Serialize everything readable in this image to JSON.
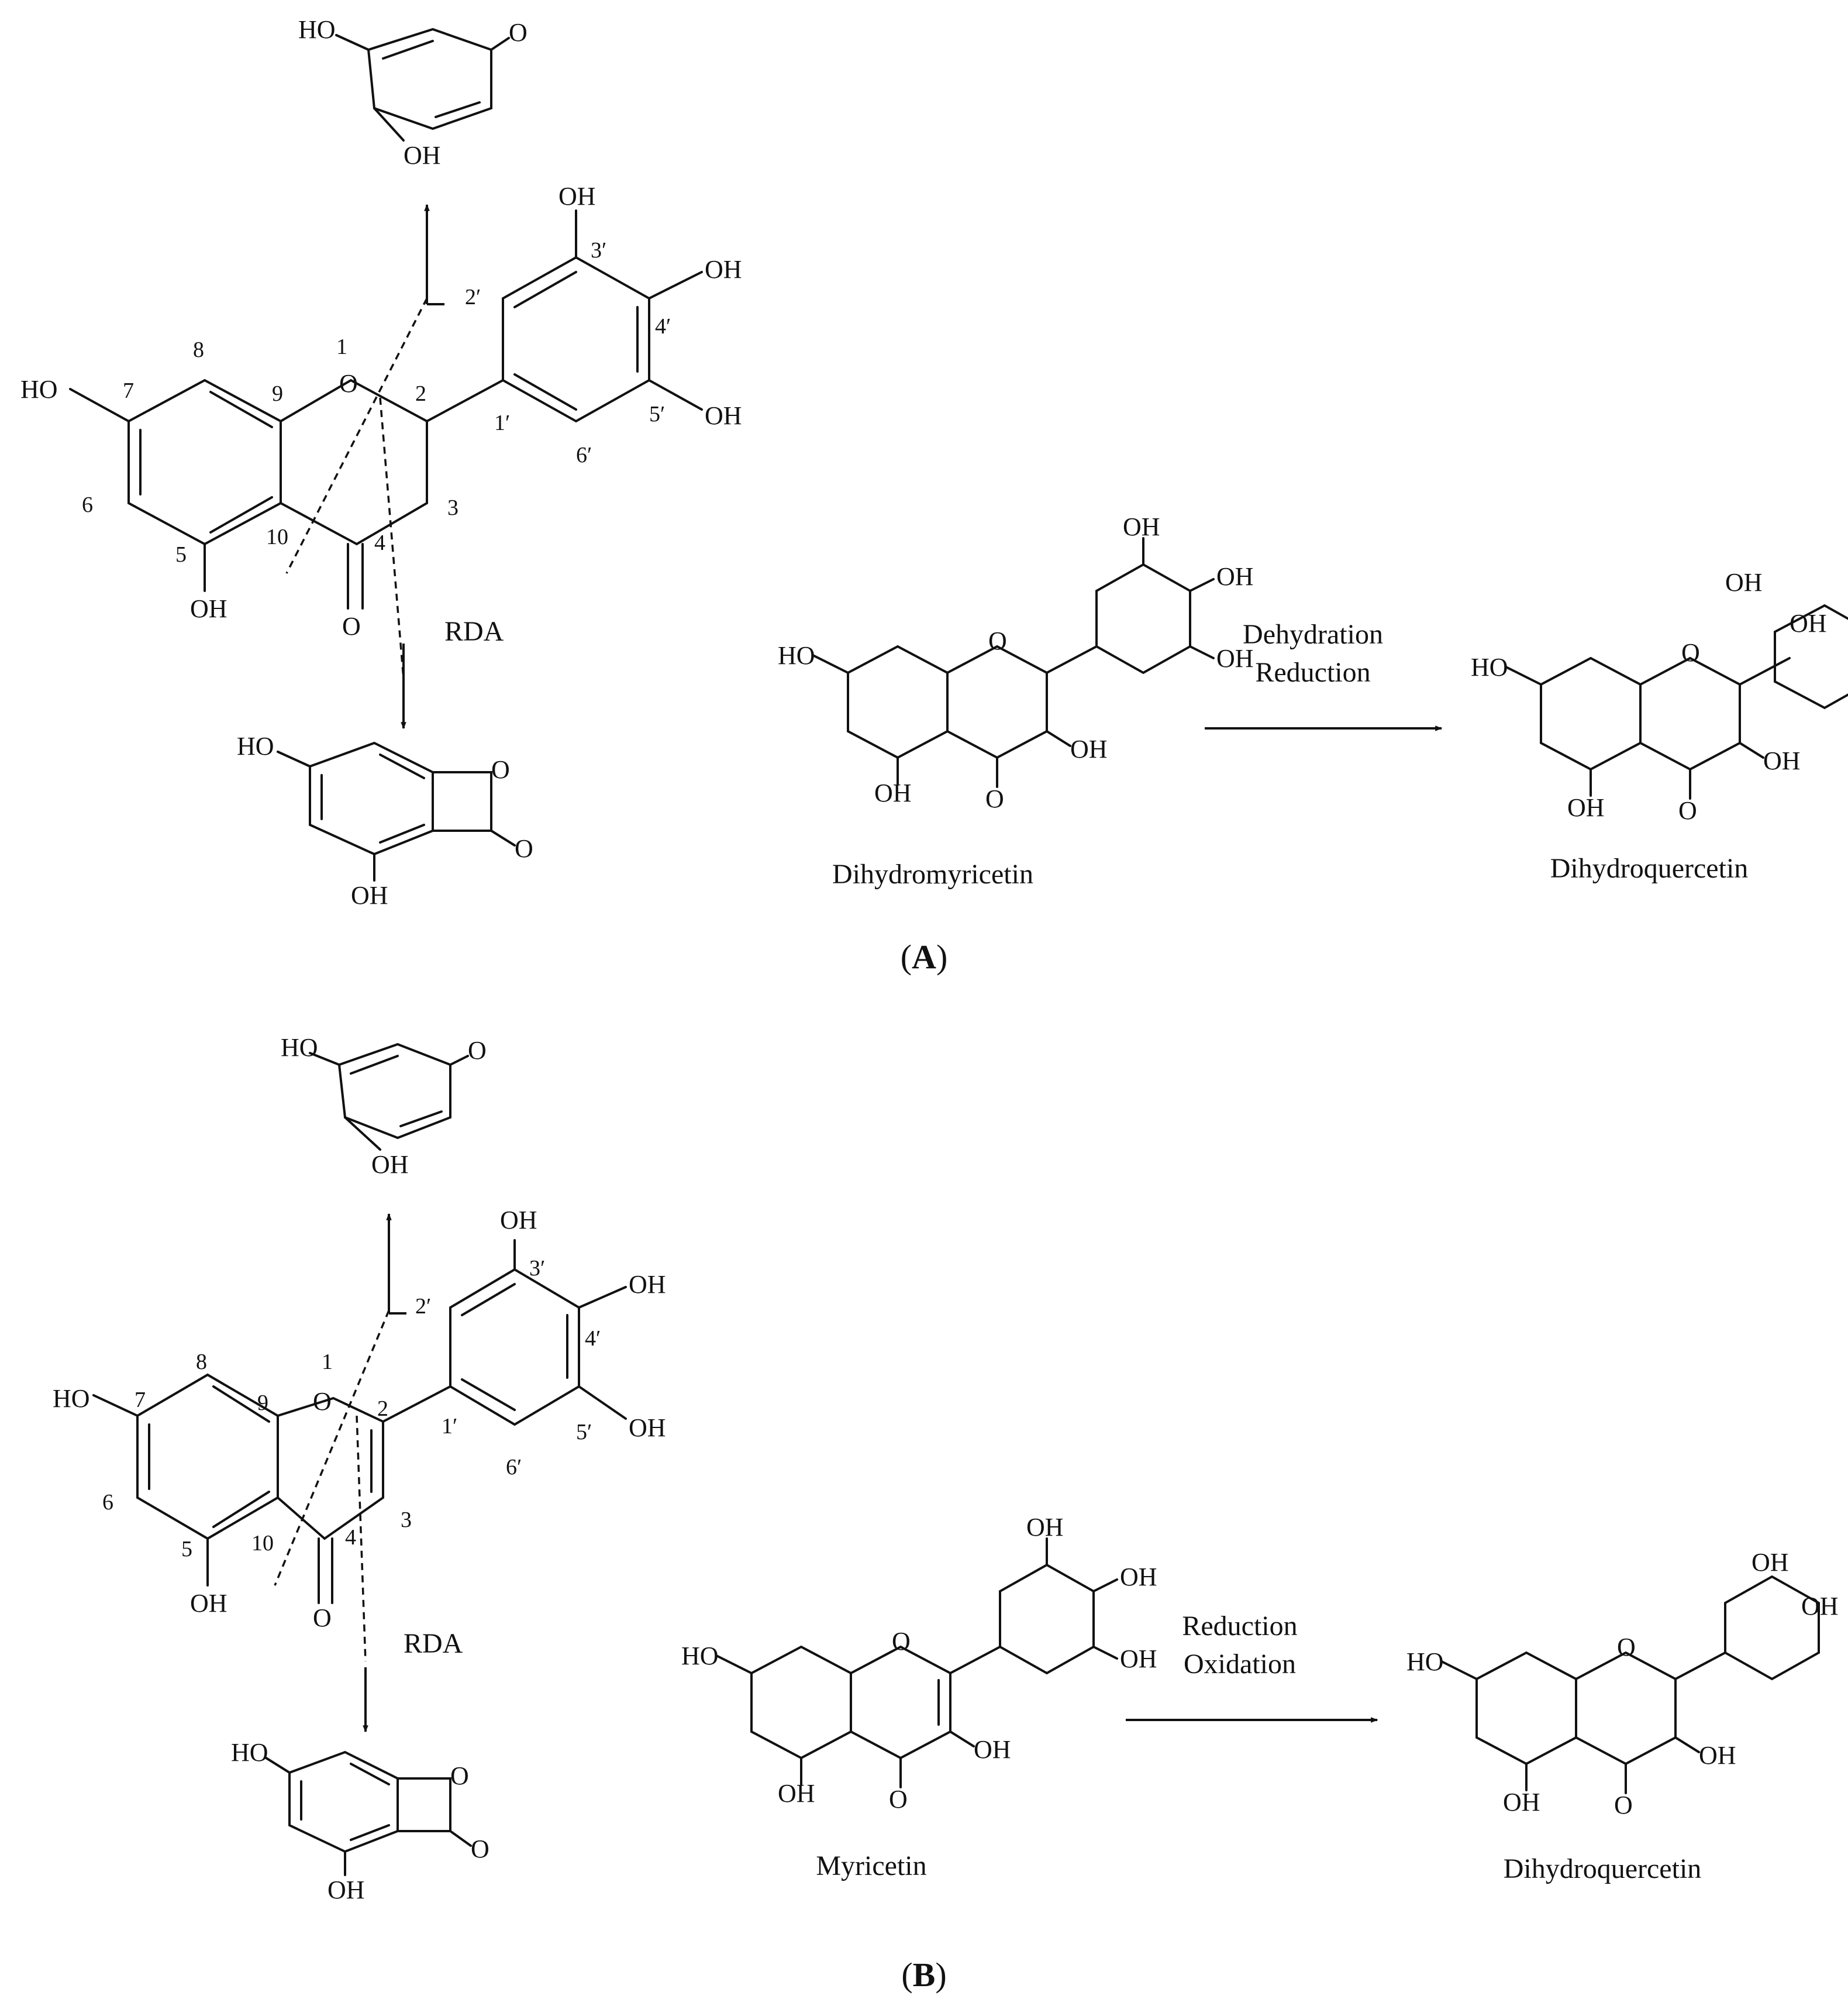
{
  "panels": [
    {
      "id": "A",
      "label_open": "(",
      "label_letter": "A",
      "label_close": ")",
      "fragmentation_label": "RDA",
      "atoms": {
        "oh": "OH",
        "ho": "HO",
        "o": "O"
      },
      "numbering": [
        "1",
        "2",
        "3",
        "4",
        "5",
        "6",
        "7",
        "8",
        "9",
        "10",
        "1′",
        "2′",
        "3′",
        "4′",
        "5′",
        "6′"
      ],
      "reaction": {
        "reactant": "Dihydromyricetin",
        "conditions_line1": "Dehydration",
        "conditions_line2": "Reduction",
        "product": "Dihydroquercetin"
      }
    },
    {
      "id": "B",
      "label_open": "(",
      "label_letter": "B",
      "label_close": ")",
      "fragmentation_label": "RDA",
      "atoms": {
        "oh": "OH",
        "ho": "HO",
        "o": "O"
      },
      "numbering": [
        "1",
        "2",
        "3",
        "4",
        "5",
        "6",
        "7",
        "8",
        "9",
        "10",
        "1′",
        "2′",
        "3′",
        "4′",
        "5′",
        "6′"
      ],
      "reaction": {
        "reactant": "Myricetin",
        "conditions_line1": "Reduction",
        "conditions_line2": "Oxidation",
        "product": "Dihydroquercetin"
      }
    }
  ]
}
